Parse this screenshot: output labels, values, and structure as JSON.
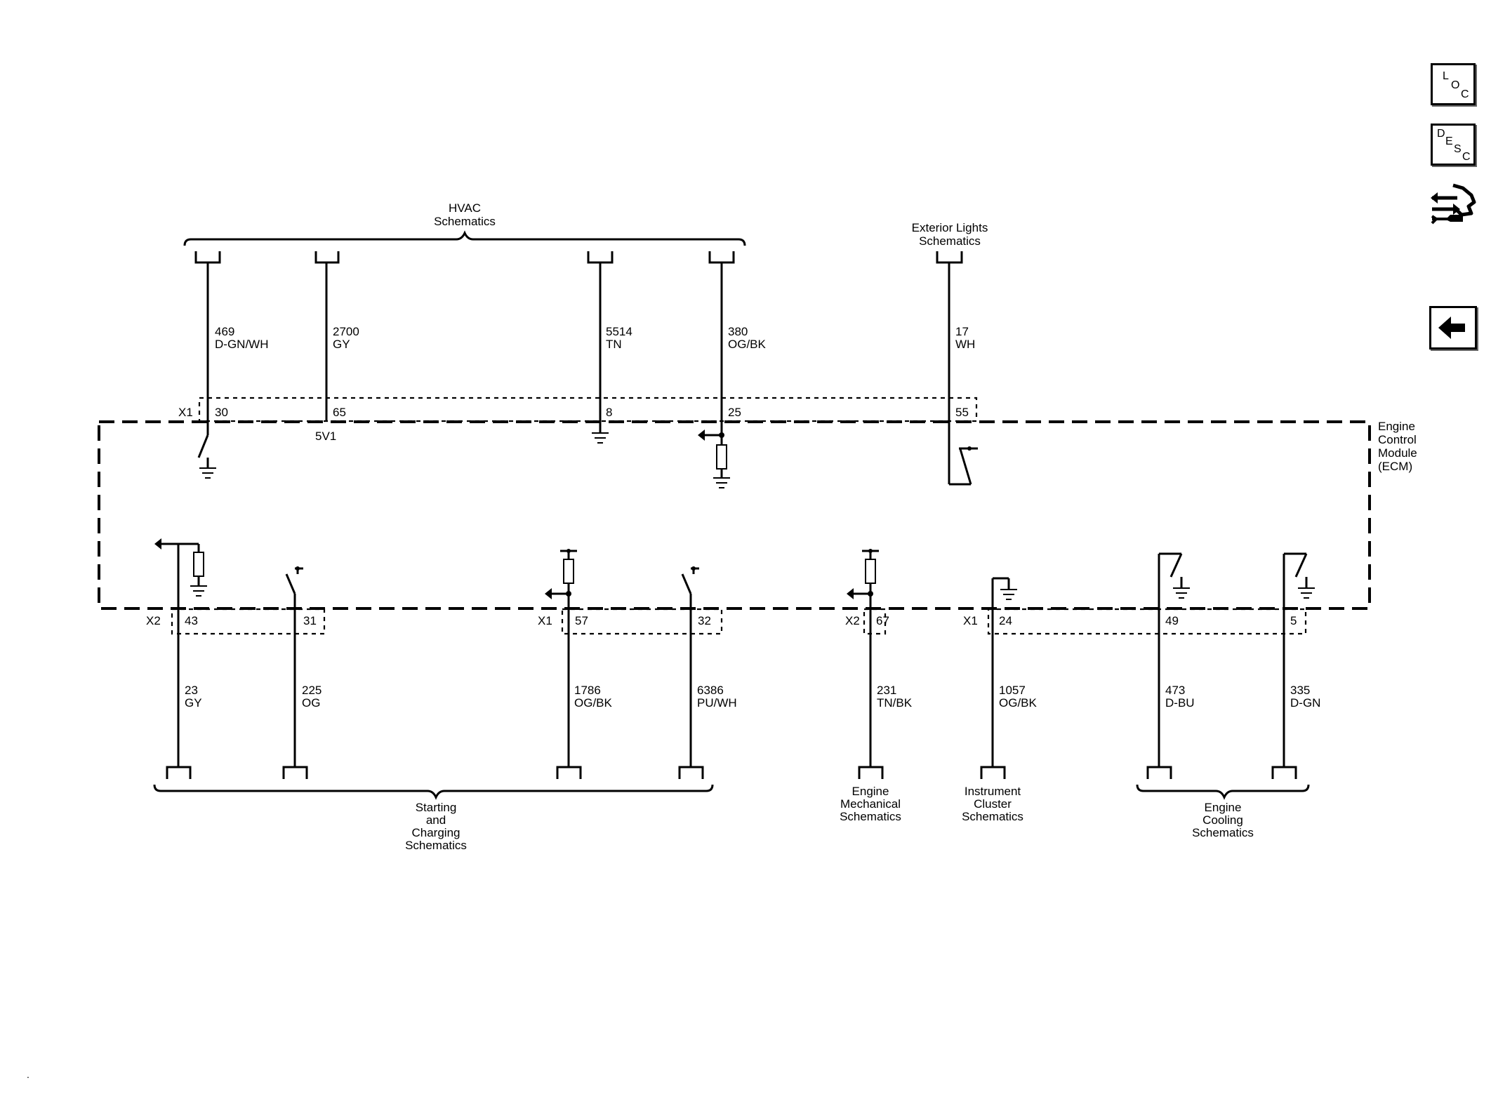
{
  "destinations": {
    "hvac": [
      "HVAC",
      "Schematics"
    ],
    "exterior_lights": [
      "Exterior Lights",
      "Schematics"
    ],
    "starting_charging": [
      "Starting",
      "and",
      "Charging",
      "Schematics"
    ],
    "engine_mechanical": [
      "Engine",
      "Mechanical",
      "Schematics"
    ],
    "instrument_cluster": [
      "Instrument",
      "Cluster",
      "Schematics"
    ],
    "engine_cooling": [
      "Engine",
      "Cooling",
      "Schematics"
    ]
  },
  "module": {
    "label": [
      "Engine",
      "Control",
      "Module",
      "(ECM)"
    ],
    "reference_5v": "5V1"
  },
  "connectors": {
    "x1_top": "X1",
    "x2_left": "X2",
    "x1_mid": "X1",
    "x2_mid": "X2",
    "x1_right": "X1"
  },
  "top_circuits": [
    {
      "circuit": "469",
      "color": "D-GN/WH",
      "pin": "30"
    },
    {
      "circuit": "2700",
      "color": "GY",
      "pin": "65"
    },
    {
      "circuit": "5514",
      "color": "TN",
      "pin": "8"
    },
    {
      "circuit": "380",
      "color": "OG/BK",
      "pin": "25"
    },
    {
      "circuit": "17",
      "color": "WH",
      "pin": "55"
    }
  ],
  "bottom_circuits": [
    {
      "circuit": "23",
      "color": "GY",
      "pin": "43"
    },
    {
      "circuit": "225",
      "color": "OG",
      "pin": "31"
    },
    {
      "circuit": "1786",
      "color": "OG/BK",
      "pin": "57"
    },
    {
      "circuit": "6386",
      "color": "PU/WH",
      "pin": "32"
    },
    {
      "circuit": "231",
      "color": "TN/BK",
      "pin": "67"
    },
    {
      "circuit": "1057",
      "color": "OG/BK",
      "pin": "24"
    },
    {
      "circuit": "473",
      "color": "D-BU",
      "pin": "49"
    },
    {
      "circuit": "335",
      "color": "D-GN",
      "pin": "5"
    }
  ],
  "nav": {
    "loc": [
      "L",
      "O",
      "C"
    ],
    "desc": [
      "D",
      "E",
      "S",
      "C"
    ],
    "connector_icon": "connector-end-view-icon",
    "back_icon": "back-arrow-icon"
  },
  "footer_mark": "."
}
